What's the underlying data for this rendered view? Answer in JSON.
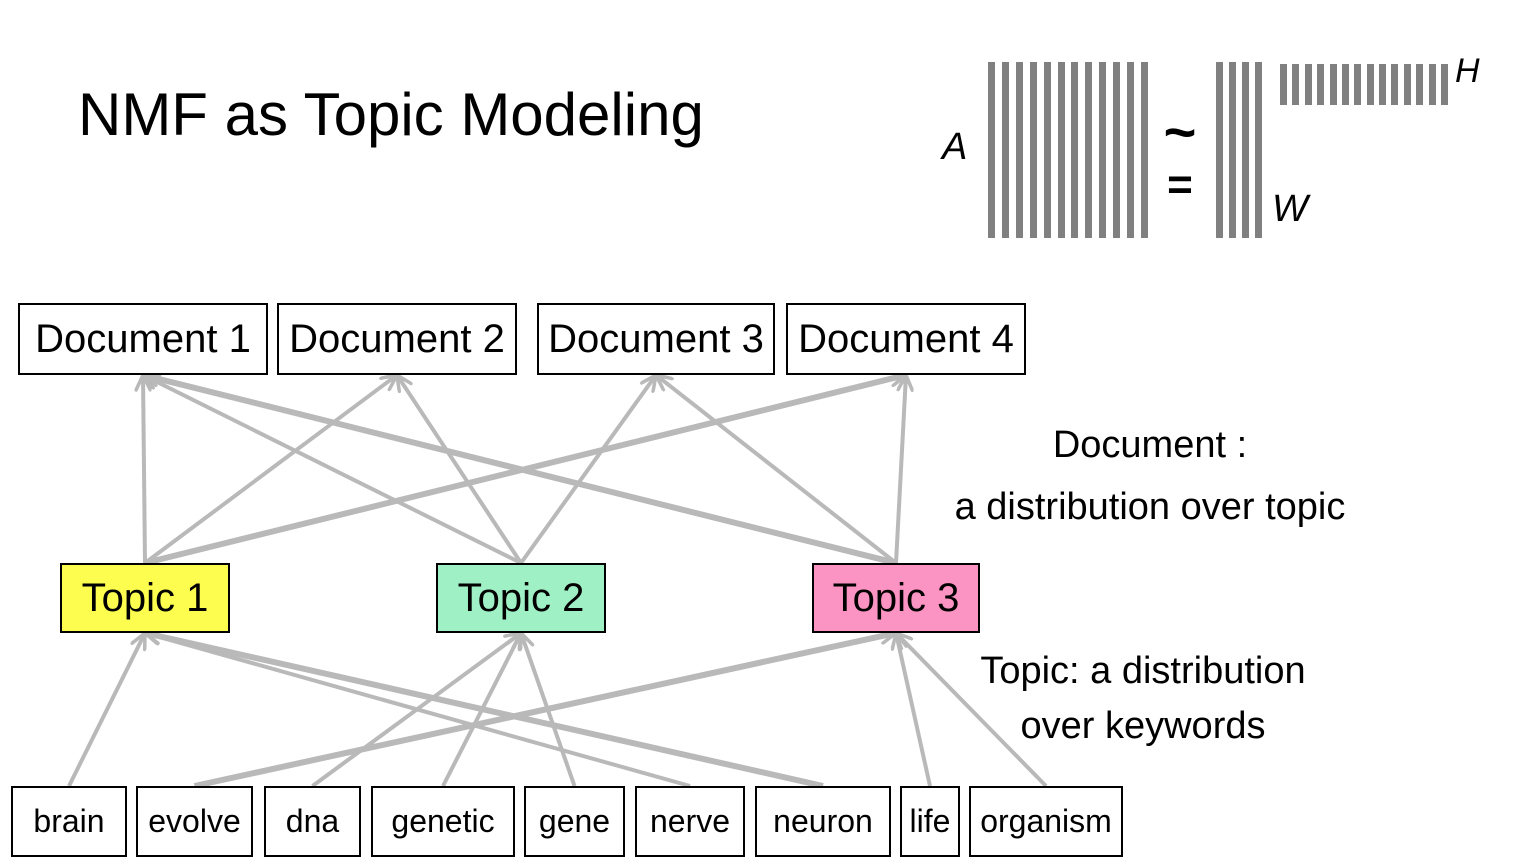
{
  "slide": {
    "title": "NMF as Topic Modeling",
    "background": "#ffffff"
  },
  "equation": {
    "a_label": "A",
    "approx_top": "~",
    "approx_bottom": "=",
    "w_label": "W",
    "h_label": "H",
    "bar_color": "#808080",
    "a_bar_count": 12,
    "w_bar_count": 4,
    "h_bar_count": 14
  },
  "documents": [
    {
      "id": "doc-1",
      "label": "Document 1"
    },
    {
      "id": "doc-2",
      "label": "Document 2"
    },
    {
      "id": "doc-3",
      "label": "Document 3"
    },
    {
      "id": "doc-4",
      "label": "Document 4"
    }
  ],
  "topics": [
    {
      "id": "topic-1",
      "label": "Topic 1",
      "color": "#fdfd4f"
    },
    {
      "id": "topic-2",
      "label": "Topic 2",
      "color": "#9ff0c5"
    },
    {
      "id": "topic-3",
      "label": "Topic 3",
      "color": "#fb93c3"
    }
  ],
  "keywords": [
    {
      "id": "kw-brain",
      "label": "brain"
    },
    {
      "id": "kw-evolve",
      "label": "evolve"
    },
    {
      "id": "kw-dna",
      "label": "dna"
    },
    {
      "id": "kw-genetic",
      "label": "genetic"
    },
    {
      "id": "kw-gene",
      "label": "gene"
    },
    {
      "id": "kw-nerve",
      "label": "nerve"
    },
    {
      "id": "kw-neuron",
      "label": "neuron"
    },
    {
      "id": "kw-life",
      "label": "life"
    },
    {
      "id": "kw-organism",
      "label": "organism"
    }
  ],
  "annotations": {
    "document_note_line1": "Document :",
    "document_note_line2": "a distribution over topic",
    "topic_note_line1": "Topic: a distribution",
    "topic_note_line2": "over keywords"
  },
  "edges": {
    "topic_to_document": [
      {
        "from": "topic-1",
        "to": "doc-1",
        "weight": 1
      },
      {
        "from": "topic-1",
        "to": "doc-2",
        "weight": 1
      },
      {
        "from": "topic-1",
        "to": "doc-4",
        "weight": 2
      },
      {
        "from": "topic-2",
        "to": "doc-1",
        "weight": 1
      },
      {
        "from": "topic-2",
        "to": "doc-2",
        "weight": 1
      },
      {
        "from": "topic-2",
        "to": "doc-3",
        "weight": 1
      },
      {
        "from": "topic-3",
        "to": "doc-1",
        "weight": 2
      },
      {
        "from": "topic-3",
        "to": "doc-3",
        "weight": 1
      },
      {
        "from": "topic-3",
        "to": "doc-4",
        "weight": 1
      }
    ],
    "keyword_to_topic": [
      {
        "from": "kw-brain",
        "to": "topic-1",
        "weight": 1
      },
      {
        "from": "kw-nerve",
        "to": "topic-1",
        "weight": 1
      },
      {
        "from": "kw-neuron",
        "to": "topic-1",
        "weight": 2
      },
      {
        "from": "kw-dna",
        "to": "topic-2",
        "weight": 1
      },
      {
        "from": "kw-genetic",
        "to": "topic-2",
        "weight": 1
      },
      {
        "from": "kw-gene",
        "to": "topic-2",
        "weight": 1
      },
      {
        "from": "kw-evolve",
        "to": "topic-3",
        "weight": 2
      },
      {
        "from": "kw-life",
        "to": "topic-3",
        "weight": 1
      },
      {
        "from": "kw-organism",
        "to": "topic-3",
        "weight": 1
      }
    ]
  },
  "arrow_color": "#b9b9b9"
}
